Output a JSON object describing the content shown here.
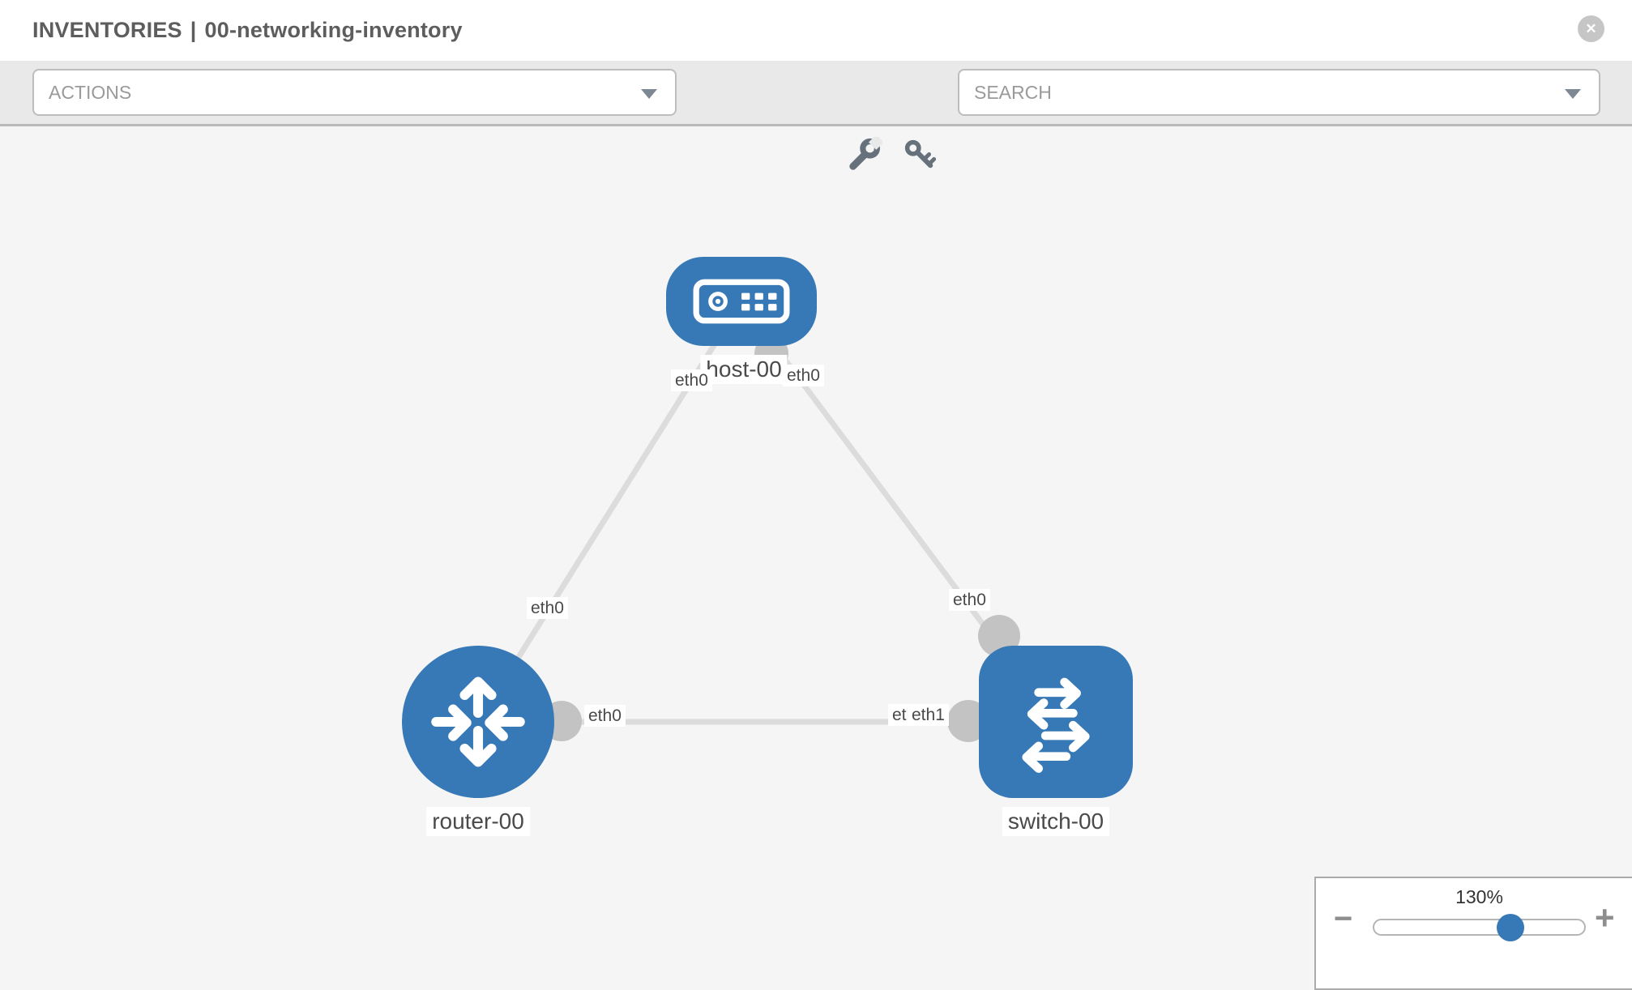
{
  "header": {
    "section": "INVENTORIES",
    "separator": "|",
    "inventory_name": "00-networking-inventory",
    "close_glyph": "✕"
  },
  "toolbar": {
    "actions_label": "ACTIONS",
    "search_placeholder": "SEARCH",
    "icons": [
      "wrench-icon",
      "key-icon"
    ]
  },
  "topology": {
    "nodes": [
      {
        "id": "host-00",
        "label": "host-00",
        "type": "host"
      },
      {
        "id": "router-00",
        "label": "router-00",
        "type": "router"
      },
      {
        "id": "switch-00",
        "label": "switch-00",
        "type": "switch"
      }
    ],
    "links": [
      {
        "from": "host-00",
        "to": "router-00"
      },
      {
        "from": "host-00",
        "to": "switch-00"
      },
      {
        "from": "router-00",
        "to": "switch-00"
      }
    ],
    "interface_labels": [
      {
        "id": "host-left-eth0",
        "text": "eth0"
      },
      {
        "id": "host-right-eth0",
        "text": "eth0"
      },
      {
        "id": "router-top-eth0",
        "text": "eth0"
      },
      {
        "id": "switch-top-eth0",
        "text": "eth0"
      },
      {
        "id": "router-right-eth0",
        "text": "eth0"
      },
      {
        "id": "switch-left-eth1-back",
        "text": "eth1"
      },
      {
        "id": "switch-left-eth1-front",
        "text": "eth1"
      }
    ]
  },
  "zoom_panel": {
    "level": "130%",
    "minus_label": "−",
    "plus_label": "+"
  },
  "colors": {
    "node_blue": "#3779b6",
    "link_gray": "#dcdcdc",
    "connector_gray": "#c3c3c3",
    "toolbar_gray": "#e9e9e9"
  }
}
